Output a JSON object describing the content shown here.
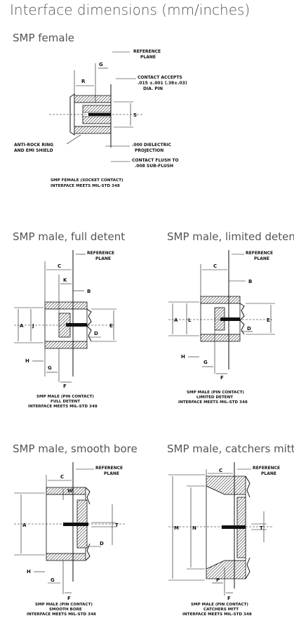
{
  "page_title": "Interface dimensions (mm/inches)",
  "sections": {
    "female": {
      "heading": "SMP female",
      "letters": [
        "R",
        "G",
        "S"
      ],
      "labels": {
        "ref1": "REFERENCE",
        "ref2": "PLANE",
        "ca1": "CONTACT ACCEPTS",
        "ca2": ".015 ±.001 (.38±.03)",
        "ca3": "DIA. PIN",
        "ar1": "ANTI-ROCK RING",
        "ar2": "AND EMI SHIELD",
        "dp1": ".000 DIELECTRIC",
        "dp2": "PROJECTION",
        "cf1": "CONTACT FLUSH TO",
        "cf2": ".008 SUB-FLUSH"
      },
      "caption": [
        "SMP FEMALE (SOCKET CONTACT)",
        "INTERFACE MEETS MIL-STD 348"
      ]
    },
    "full": {
      "heading": "SMP male, full detent",
      "ref": [
        "REFERENCE",
        "PLANE"
      ],
      "letters": [
        "C",
        "K",
        "B",
        "A",
        "J",
        "E",
        "D",
        "H",
        "G",
        "F"
      ],
      "caption": [
        "SMP MALE (PIN CONTACT)",
        "FULL DETENT",
        "INTERFACE MEETS MIL-STD 348"
      ]
    },
    "limited": {
      "heading": "SMP male, limited detent",
      "ref": [
        "REFERENCE",
        "PLANE"
      ],
      "letters": [
        "C",
        "B",
        "A",
        "L",
        "E",
        "D",
        "H",
        "G",
        "F"
      ],
      "caption": [
        "SMP MALE (PIN CONTACT)",
        "LIMITED DETENT",
        "INTERFACE MEETS MIL-STD 348"
      ]
    },
    "smooth": {
      "heading": "SMP male, smooth bore",
      "ref": [
        "REFERENCE",
        "PLANE"
      ],
      "letters": [
        "C",
        "W",
        "A",
        "T",
        "D",
        "H",
        "G",
        "F"
      ],
      "caption": [
        "SMP MALE (PIN CONTACT)",
        "SMOOTH BORE",
        "INTERFACE MEETS MIL-STD 348"
      ]
    },
    "catchers": {
      "heading": "SMP male, catchers mitt",
      "ref": [
        "REFERENCE",
        "PLANE"
      ],
      "letters": [
        "C",
        "M",
        "N",
        "T",
        "P",
        "F"
      ],
      "caption": [
        "SMP MALE (PIN CONTACT)",
        "CATCHERS MITT",
        "INTERFACE MEETS MIL-STD 348"
      ]
    }
  }
}
